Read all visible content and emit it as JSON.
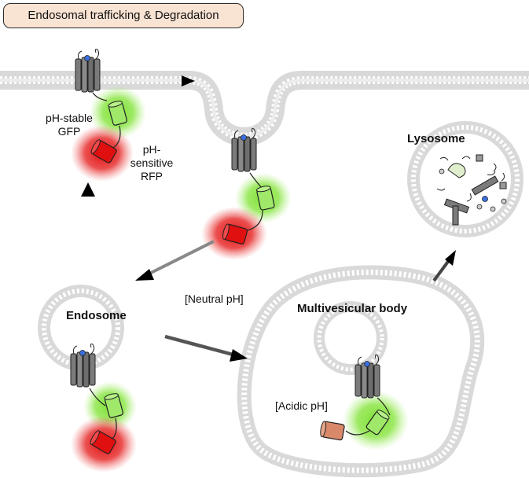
{
  "title": "Endosomal trafficking & Degradation",
  "labels": {
    "gfp_line1": "pH-stable",
    "gfp_line2": "GFP",
    "rfp_line1": "pH-",
    "rfp_line2": "sensitive",
    "rfp_line3": "RFP",
    "lysosome": "Lysosome",
    "neutral_ph": "[Neutral pH]",
    "endosome": "Endosome",
    "mvb": "Multivesicular body",
    "acidic_ph": "[Acidic pH]"
  },
  "colors": {
    "membrane": "#cfcfcf",
    "membrane_head": "#d9d9d9",
    "gfp": "#7ee032",
    "rfp": "#e01010",
    "quenched_rfp": "#d9896a",
    "receptor": "#7b7b7b",
    "ligand": "#3b6fe0",
    "title_bg": "#f9e3d3"
  }
}
